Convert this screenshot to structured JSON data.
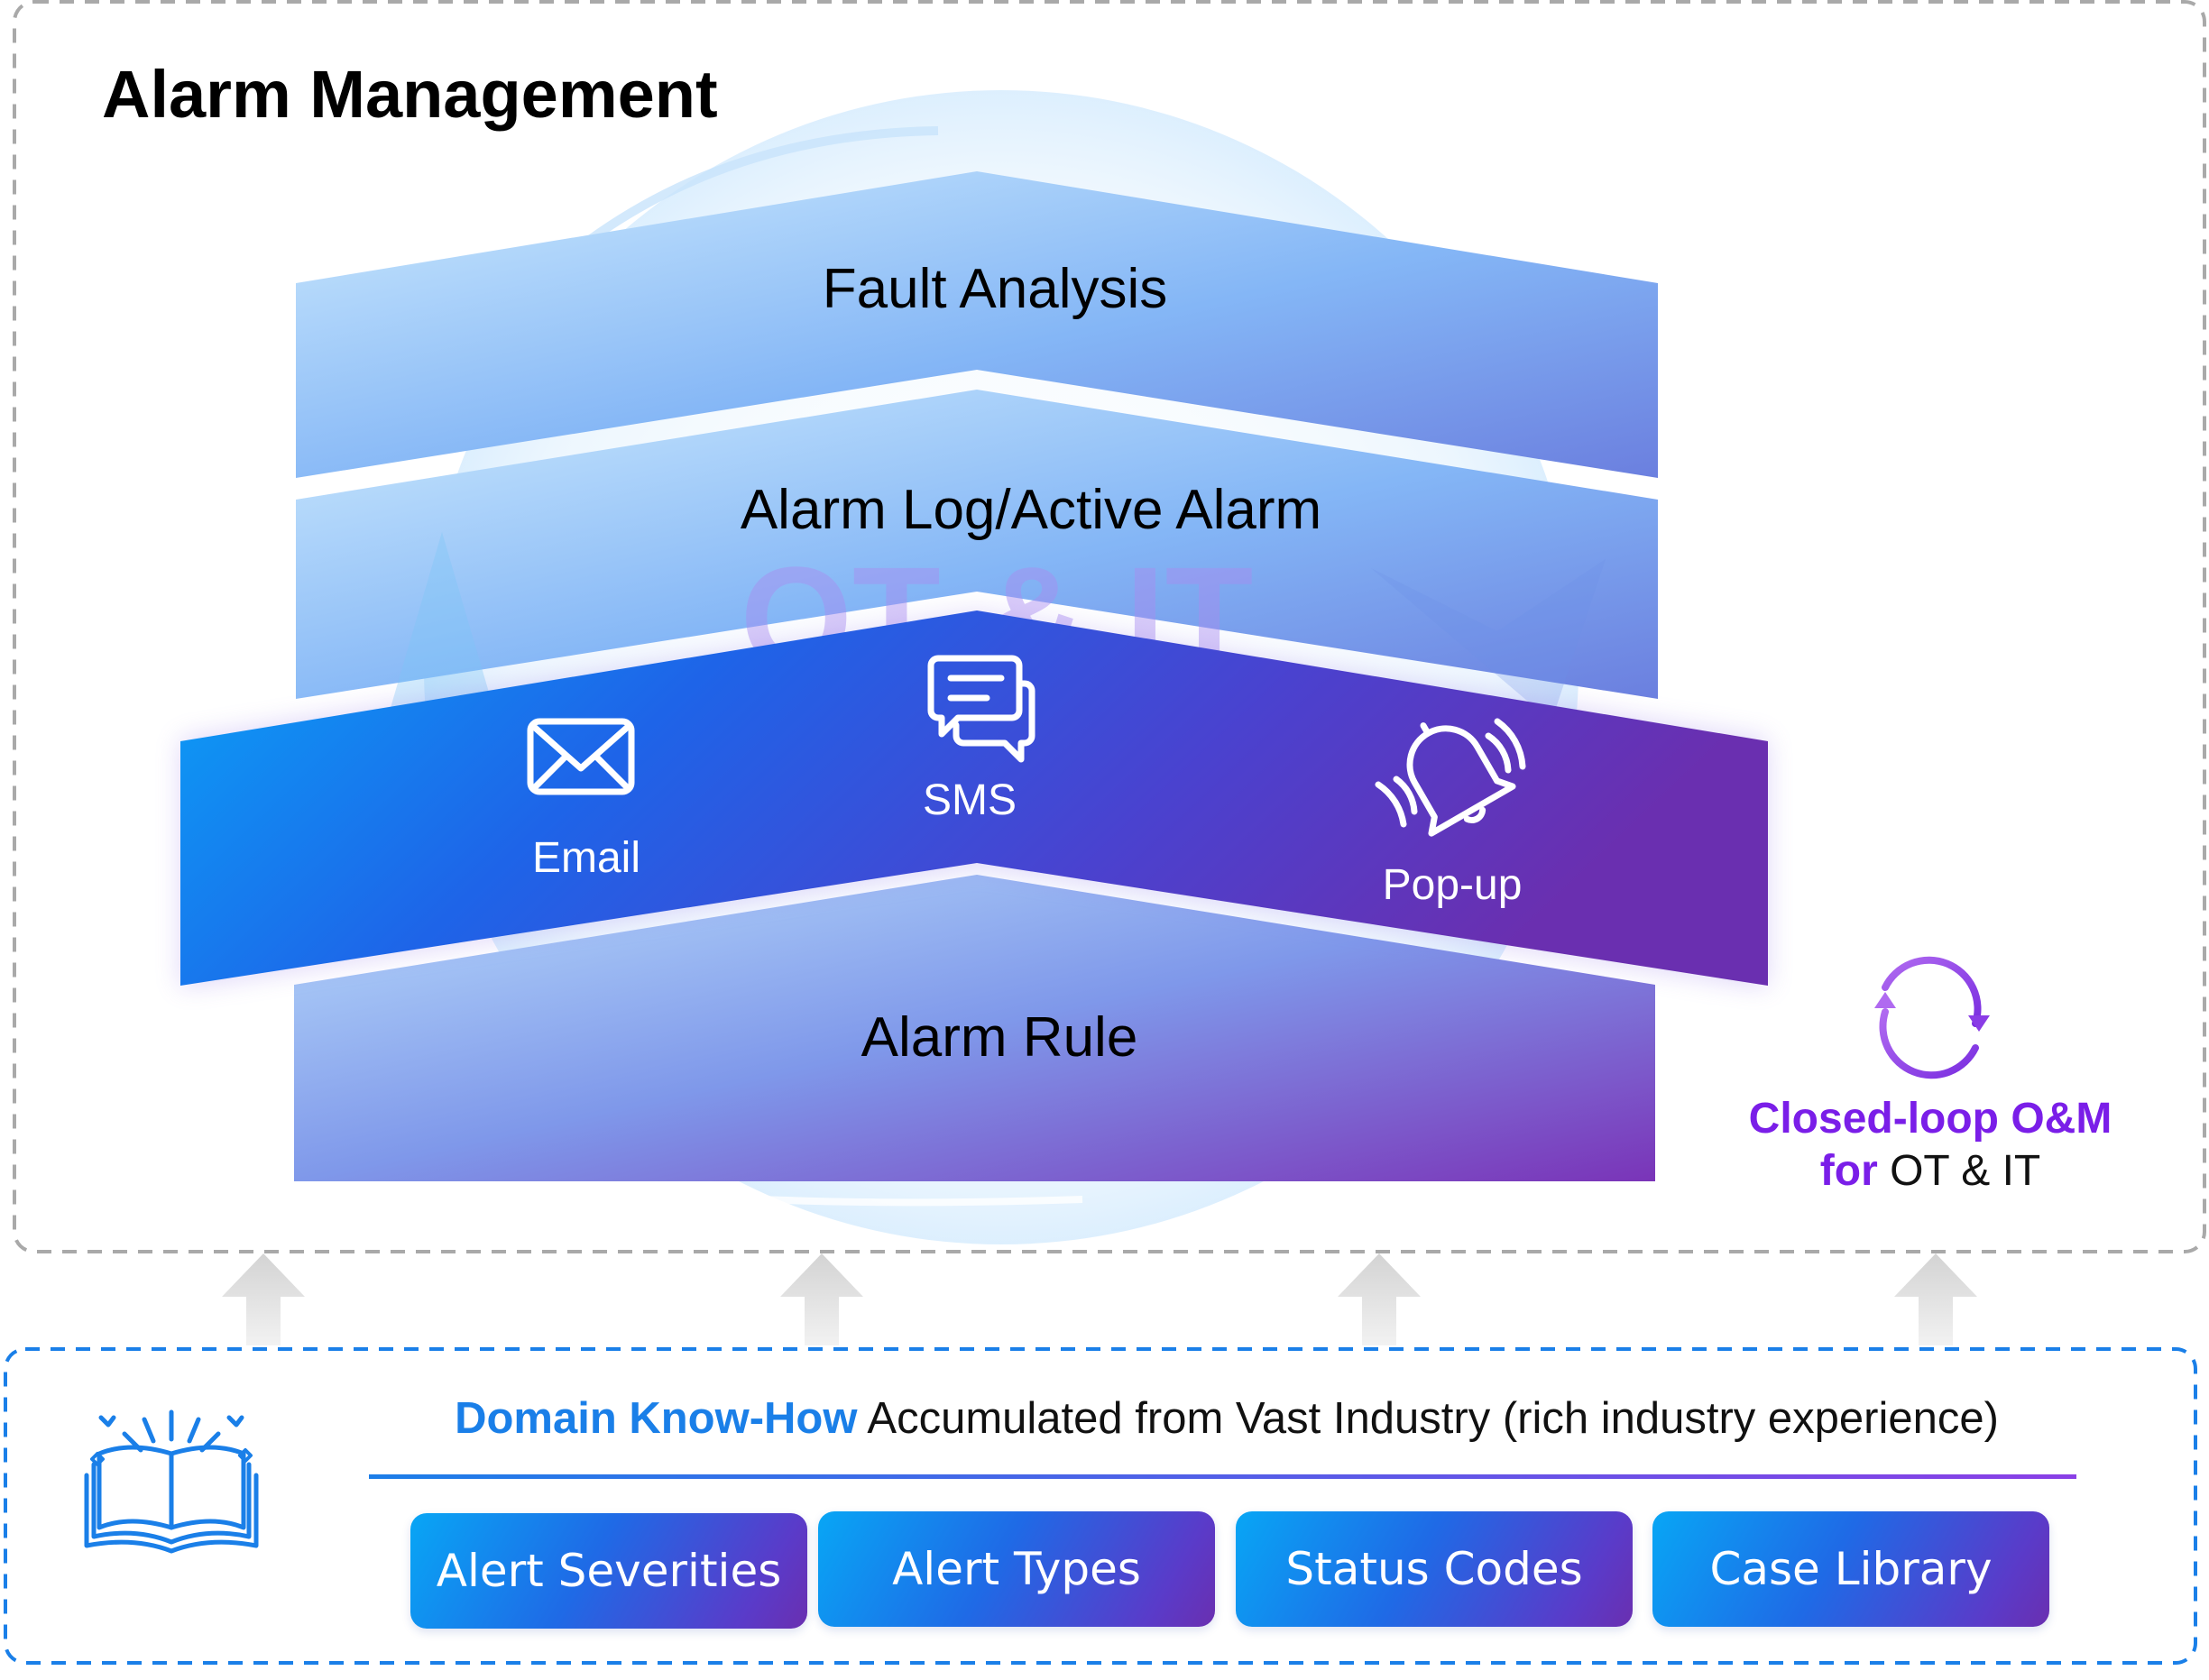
{
  "title": "Alarm Management",
  "layers": {
    "fault_analysis": "Fault Analysis",
    "alarm_log": "Alarm Log/Active Alarm",
    "alarm_rule": "Alarm Rule"
  },
  "watermark": "OT & IT",
  "notifications": {
    "email": "Email",
    "sms": "SMS",
    "popup": "Pop-up"
  },
  "closed_loop": {
    "line1": "Closed-loop O&M",
    "line2_bold": "for",
    "line2_rest": " OT & IT"
  },
  "domain": {
    "highlight": "Domain Know-How",
    "rest": " Accumulated from Vast Industry (rich industry experience)"
  },
  "knowledge_items": [
    "Alert Severities",
    "Alert Types",
    "Status Codes",
    "Case Library"
  ],
  "colors": {
    "accent_blue": "#1a7fe8",
    "accent_purple": "#7a1ee8",
    "band_start": "#08a6f5",
    "band_end": "#6a2fb0"
  }
}
